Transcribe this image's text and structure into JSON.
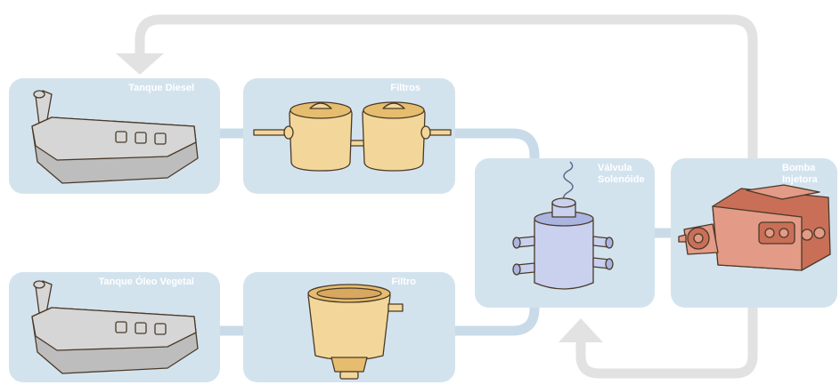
{
  "diagram": {
    "nodes": {
      "tank_diesel": {
        "label": "Tanque Diesel"
      },
      "filters_top": {
        "label": "Filtros"
      },
      "tank_vegetal": {
        "label": "Tanque Óleo Vegetal"
      },
      "filter_bottom": {
        "label": "Filtro"
      },
      "valve": {
        "label_line1": "Válvula",
        "label_line2": "Solenóide"
      },
      "pump": {
        "label_line1": "Bomba",
        "label_line2": "Injetora"
      }
    },
    "edges": [
      {
        "from": "tank_diesel",
        "to": "filters_top"
      },
      {
        "from": "filters_top",
        "to": "valve"
      },
      {
        "from": "tank_vegetal",
        "to": "filter_bottom"
      },
      {
        "from": "filter_bottom",
        "to": "valve"
      },
      {
        "from": "valve",
        "to": "pump"
      },
      {
        "from": "pump",
        "to": "tank_diesel",
        "kind": "return-arrow"
      },
      {
        "from": "pump",
        "to": "valve",
        "kind": "return-arrow"
      }
    ]
  },
  "colors": {
    "box": "#d3e3ee",
    "pipe": "#c9dbe8",
    "return_line": "#e2e2e2",
    "label": "#ffffff",
    "tank": "#d6d6d6",
    "filter": "#f3d79a",
    "valve": "#c9d1ef",
    "pump": "#e39a86"
  }
}
